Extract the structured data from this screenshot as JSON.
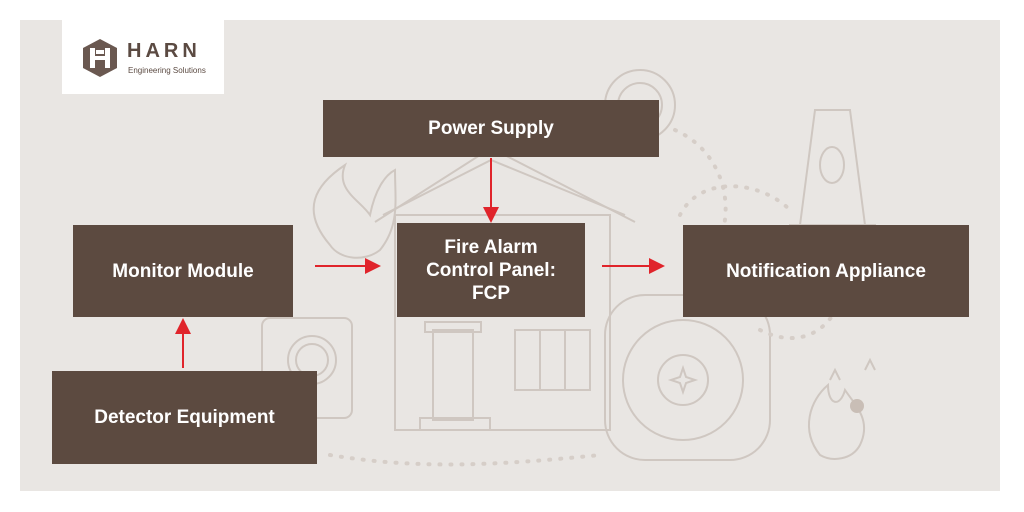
{
  "logo": {
    "name": "HARN",
    "tagline": "Engineering Solutions"
  },
  "diagram": {
    "nodes": {
      "power_supply": "Power Supply",
      "fcp_line1": "Fire Alarm",
      "fcp_line2": "Control Panel:",
      "fcp_line3": "FCP",
      "monitor_module": "Monitor Module",
      "notification_appliance": "Notification Appliance",
      "detector_equipment": "Detector Equipment"
    },
    "edges": [
      {
        "from": "power_supply",
        "to": "fcp"
      },
      {
        "from": "monitor_module",
        "to": "fcp"
      },
      {
        "from": "fcp",
        "to": "notification_appliance"
      },
      {
        "from": "detector_equipment",
        "to": "monitor_module"
      }
    ],
    "colors": {
      "box": "#5c4a40",
      "arrow": "#e0242b",
      "background": "#e9e6e3"
    }
  }
}
